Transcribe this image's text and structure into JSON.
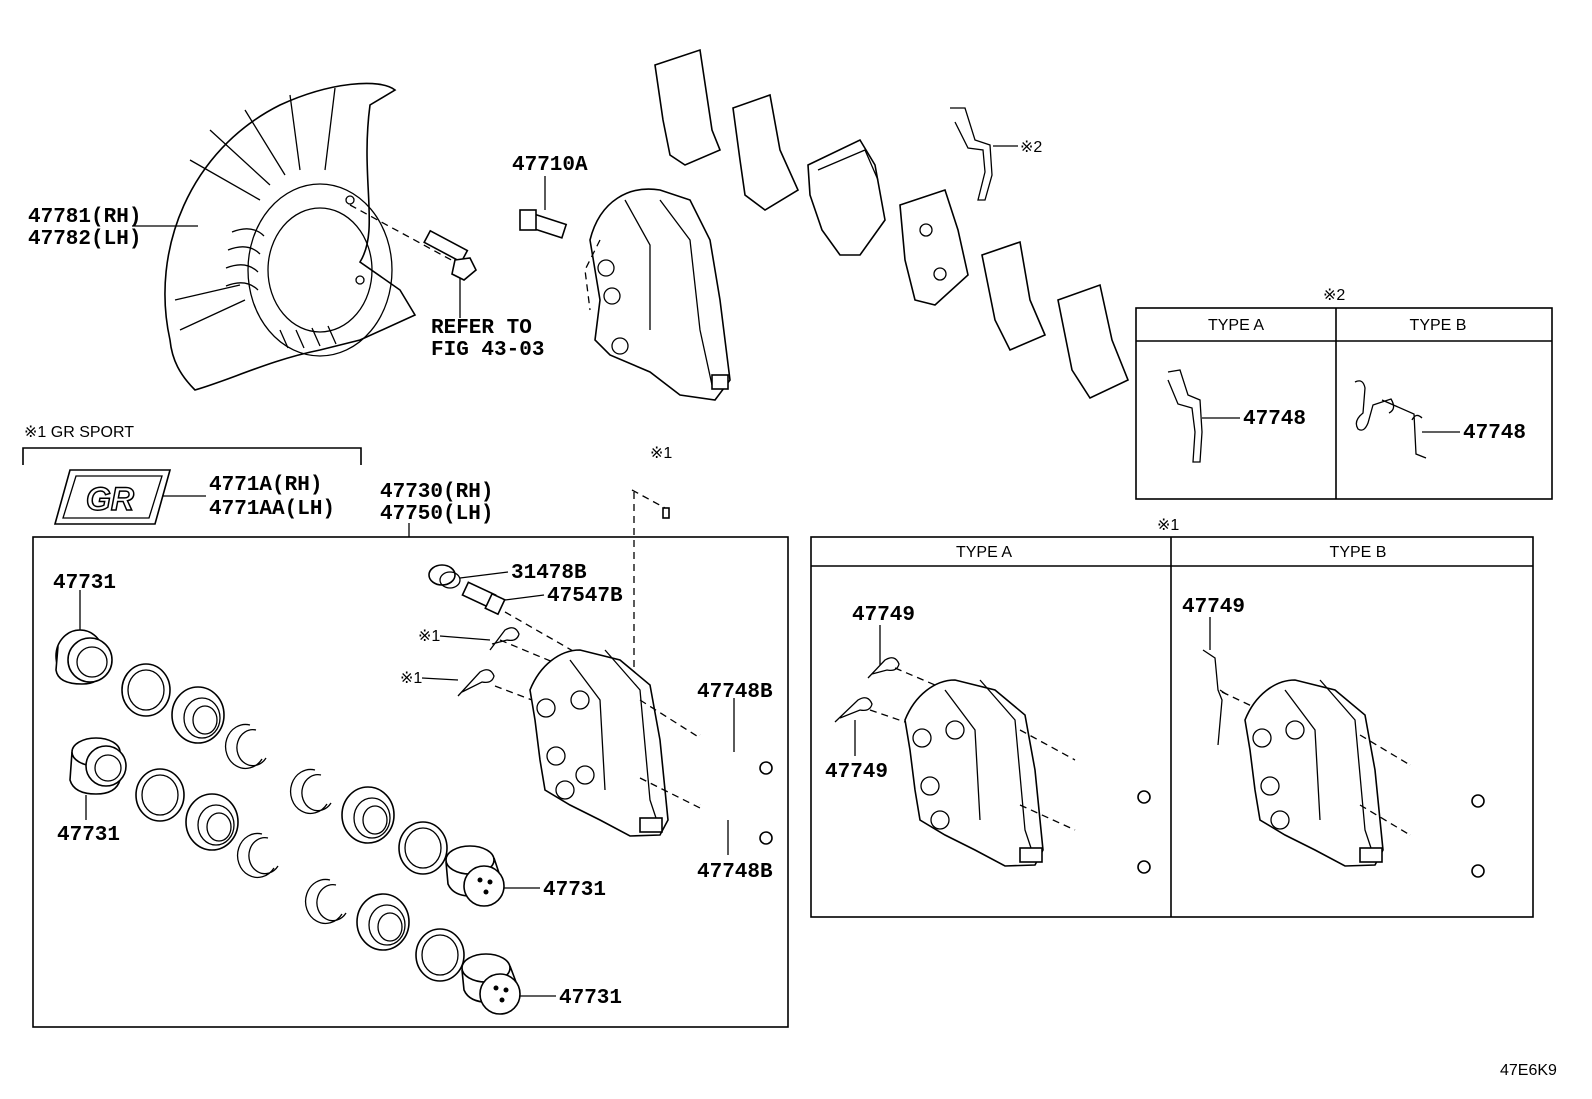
{
  "labels": {
    "shield_rh": "47781(RH)",
    "shield_lh": "47782(LH)",
    "bolt_top": "47710A",
    "refer_line1": "REFER TO",
    "refer_line2": "FIG 43-03",
    "note2_top": "※2",
    "note_gr": "※1 GR SPORT",
    "gr_rh": "4771A(RH)",
    "gr_lh": "4771AA(LH)",
    "cal_rh": "47730(RH)",
    "cal_lh": "47750(LH)",
    "note1_mid": "※1",
    "bleeder_cap": "31478B",
    "bleeder": "47547B",
    "note1_clip_a": "※1",
    "note1_clip_b": "※1",
    "pin_top": "47748B",
    "pin_bottom": "47748B",
    "piston_1": "47731",
    "piston_2": "47731",
    "piston_3": "47731",
    "piston_4": "47731",
    "logo_text": "GR",
    "catalog_code": "47E6K9"
  },
  "note2_panel": {
    "marker": "※2",
    "type_a": "TYPE A",
    "type_b": "TYPE B",
    "part_a": "47748",
    "part_b": "47748"
  },
  "note1_panel": {
    "marker": "※1",
    "type_a": "TYPE A",
    "type_b": "TYPE B",
    "part_a_top": "47749",
    "part_a_bottom": "47749",
    "part_b": "47749"
  }
}
